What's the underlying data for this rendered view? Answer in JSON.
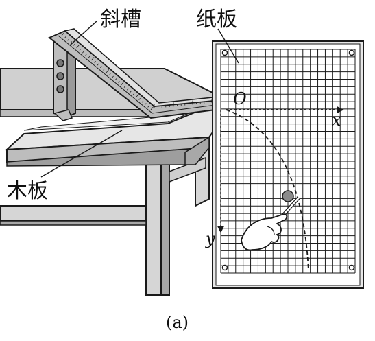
{
  "labels": {
    "chute": "斜槽",
    "paper_board": "纸板",
    "wood_board": "木板",
    "origin": "O",
    "x_axis": "x",
    "y_axis": "y",
    "caption": "(a)"
  },
  "grid": {
    "columns": 18,
    "rows": 30
  },
  "colors": {
    "line": "#1a1a1a",
    "table_top": "#c9c9c9",
    "table_side": "#9a9a9a",
    "table_leg": "#d6d6d6",
    "board": "#e8e8e8",
    "chute": "#bdbdbd",
    "ball": "#8a8a8a",
    "hand": "#ffffff"
  },
  "icons": {
    "ball": "steel-ball-icon",
    "hand": "hand-with-pencil-icon",
    "screw": "screw-hole-icon"
  }
}
